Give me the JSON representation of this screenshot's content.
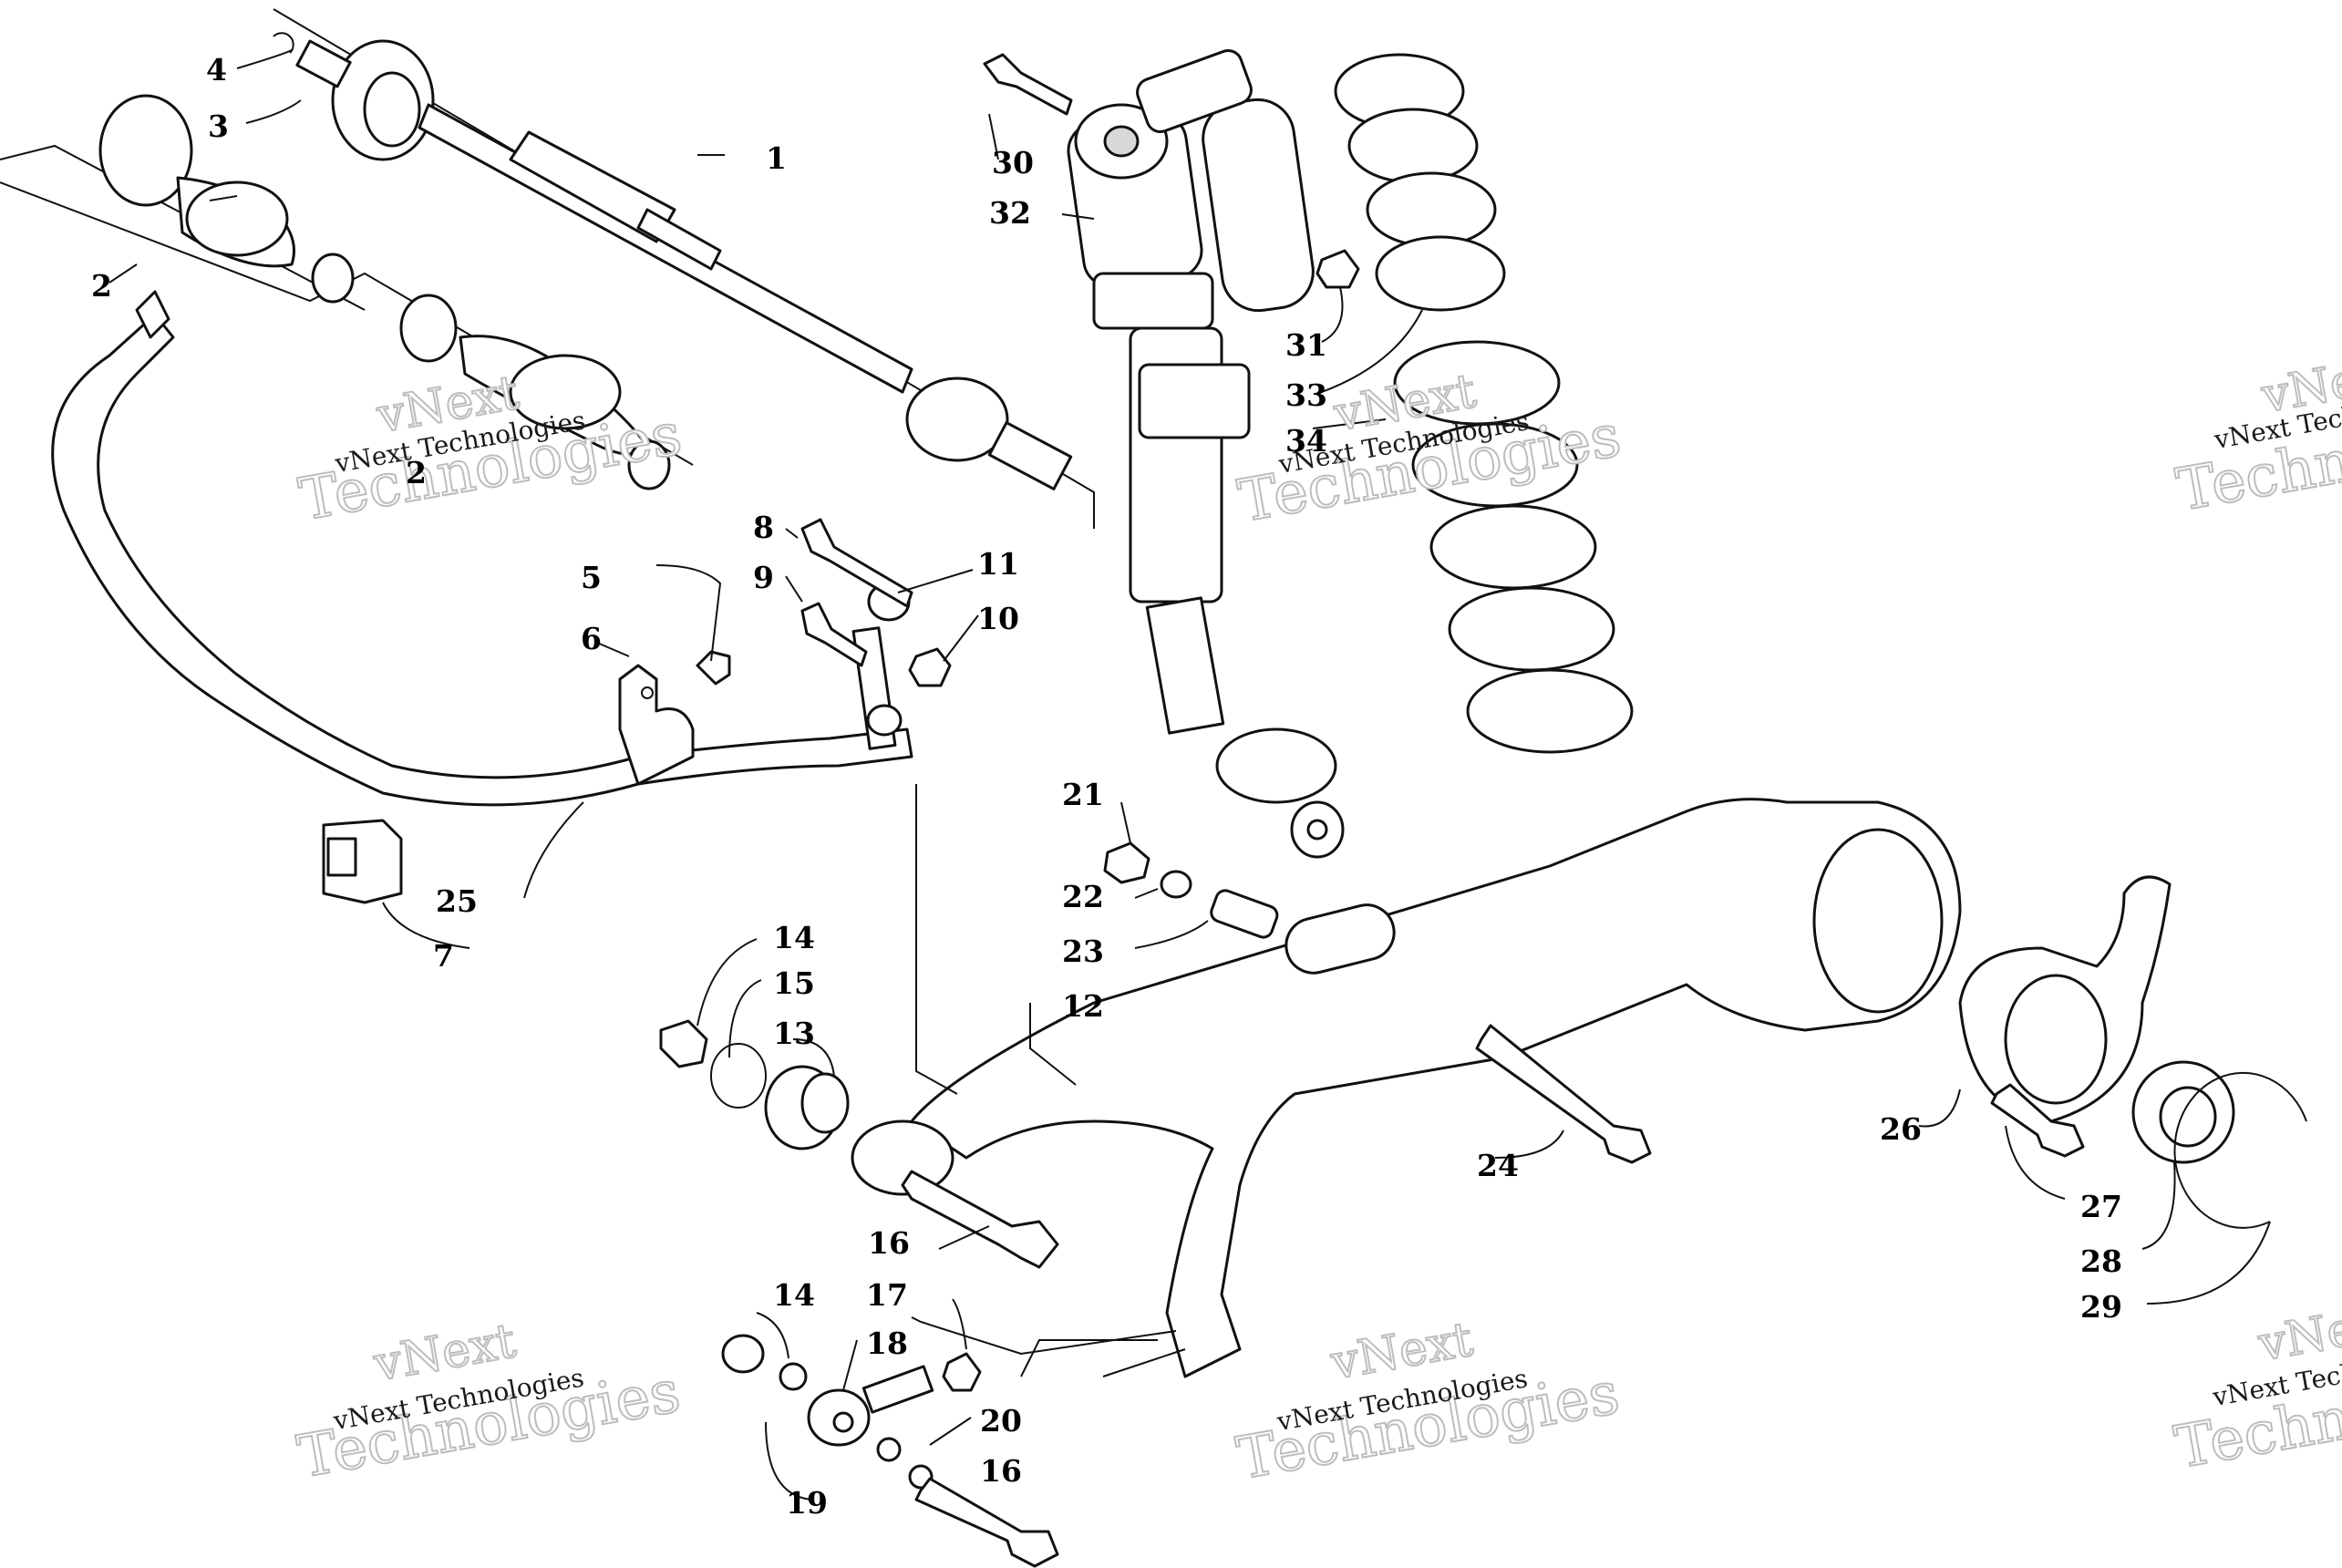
{
  "watermark": {
    "line1": "vNext",
    "line2": "Technologies",
    "caption": "vNext Technologies"
  },
  "callouts": {
    "c1": "1",
    "c2a": "2",
    "c2b": "2",
    "c3": "3",
    "c4": "4",
    "c5": "5",
    "c6": "6",
    "c7": "7",
    "c8": "8",
    "c9": "9",
    "c10": "10",
    "c11": "11",
    "c12": "12",
    "c13": "13",
    "c14a": "14",
    "c14b": "14",
    "c15": "15",
    "c16a": "16",
    "c16b": "16",
    "c17": "17",
    "c18": "18",
    "c19": "19",
    "c20": "20",
    "c21": "21",
    "c22": "22",
    "c23": "23",
    "c24": "24",
    "c25": "25",
    "c26": "26",
    "c27": "27",
    "c28": "28",
    "c29": "29",
    "c30": "30",
    "c31": "31",
    "c32": "32",
    "c33": "33",
    "c34": "34"
  }
}
